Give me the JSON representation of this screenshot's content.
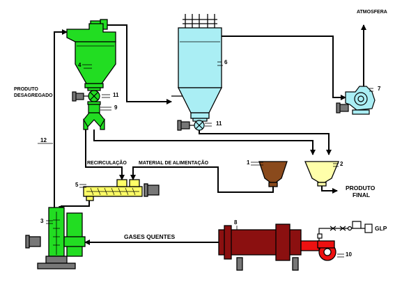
{
  "labels": {
    "atmosfera": "ATMOSFERA",
    "produto_desagregado_1": "PRODUTO",
    "produto_desagregado_2": "DESAGREGADO",
    "recirculacao": "RECIRCULAÇÃO",
    "material_alimentacao": "MATERIAL DE ALIMENTAÇÃO",
    "produto_final_1": "PRODUTO",
    "produto_final_2": "FINAL",
    "gases_quentes": "GASES QUENTES",
    "glp": "GLP"
  },
  "numbers": {
    "n1": "1",
    "n2": "2",
    "n3": "3",
    "n4": "4",
    "n5": "5",
    "n6": "6",
    "n7": "7",
    "n8": "8",
    "n9": "9",
    "n10": "10",
    "n11a": "11",
    "n11b": "11",
    "n12": "12"
  },
  "colors": {
    "green": "#22dd22",
    "cyan": "#aaeef4",
    "yellow": "#ffff66",
    "brown": "#8a4a1c",
    "light_yellow": "#ffffaa",
    "dark_red": "#8b1010",
    "red": "#ee1111",
    "grey": "#777777"
  }
}
